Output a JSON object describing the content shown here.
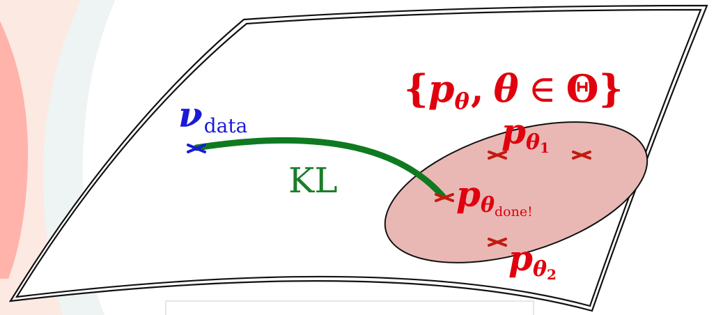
{
  "manifold_label": {
    "open_brace": "{",
    "p": "p",
    "theta_sub": "θ",
    "comma": ",",
    "theta": "θ",
    "in": "∈",
    "Theta": "Θ",
    "close_brace": "}"
  },
  "data_point": {
    "symbol": "ν",
    "subscript": "data"
  },
  "divergence_label": "KL",
  "model_points": [
    {
      "symbol": "p",
      "theta": "θ",
      "index": "1"
    },
    {
      "symbol": "p",
      "theta": "θ",
      "index": "done!"
    },
    {
      "symbol": "p",
      "theta": "θ",
      "index": "2"
    }
  ],
  "colors": {
    "model": "#e0000e",
    "model_dark": "#c21b10",
    "data": "#1a1ad6",
    "kl_curve": "#0f7a1f",
    "kl_text": "#1a7d2a",
    "ellipse_fill": "#e9b8b4",
    "outline": "#111111",
    "bg_ring_outer": "#eef4f3",
    "bg_ring_mid": "#fbe9e2",
    "bg_ring_inner": "#ffb3aa"
  }
}
